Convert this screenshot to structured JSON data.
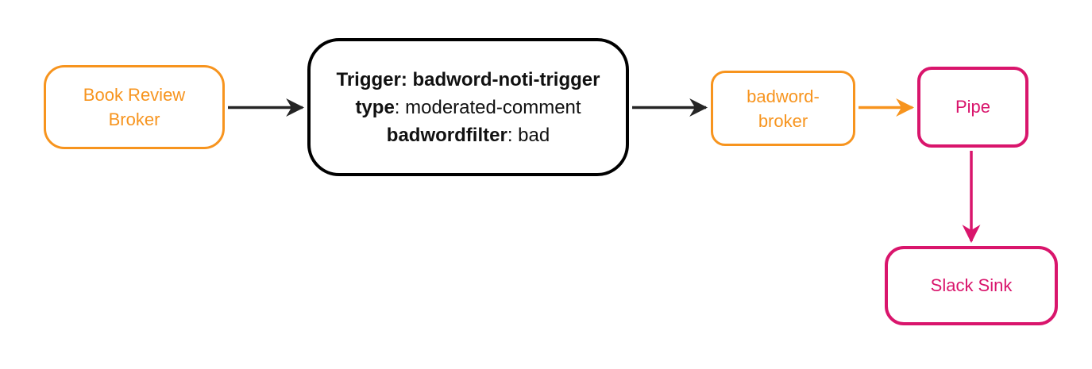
{
  "colors": {
    "orange": "#F7941E",
    "pink": "#D9156C",
    "ink": "#000000",
    "edge": "#252525",
    "background": "#ffffff"
  },
  "nodes": {
    "book_review_broker": {
      "line1": "Book Review",
      "line2": "Broker"
    },
    "trigger_box": {
      "line1": "Trigger: badword-noti-trigger",
      "line2_key": "type",
      "line2_rest": ": moderated-comment",
      "line3_key": "badwordfilter",
      "line3_rest": ": bad"
    },
    "badword_broker": {
      "line1": "badword-",
      "line2": "broker"
    },
    "pipe": {
      "label": "Pipe"
    },
    "slack_sink": {
      "label": "Slack Sink"
    }
  },
  "edges": [
    {
      "from": "book-review-broker",
      "to": "trigger-box",
      "color_name": "edge"
    },
    {
      "from": "trigger-box",
      "to": "badword-broker",
      "color_name": "edge"
    },
    {
      "from": "badword-broker",
      "to": "pipe",
      "color_name": "orange"
    },
    {
      "from": "pipe",
      "to": "slack-sink",
      "color_name": "pink"
    }
  ]
}
